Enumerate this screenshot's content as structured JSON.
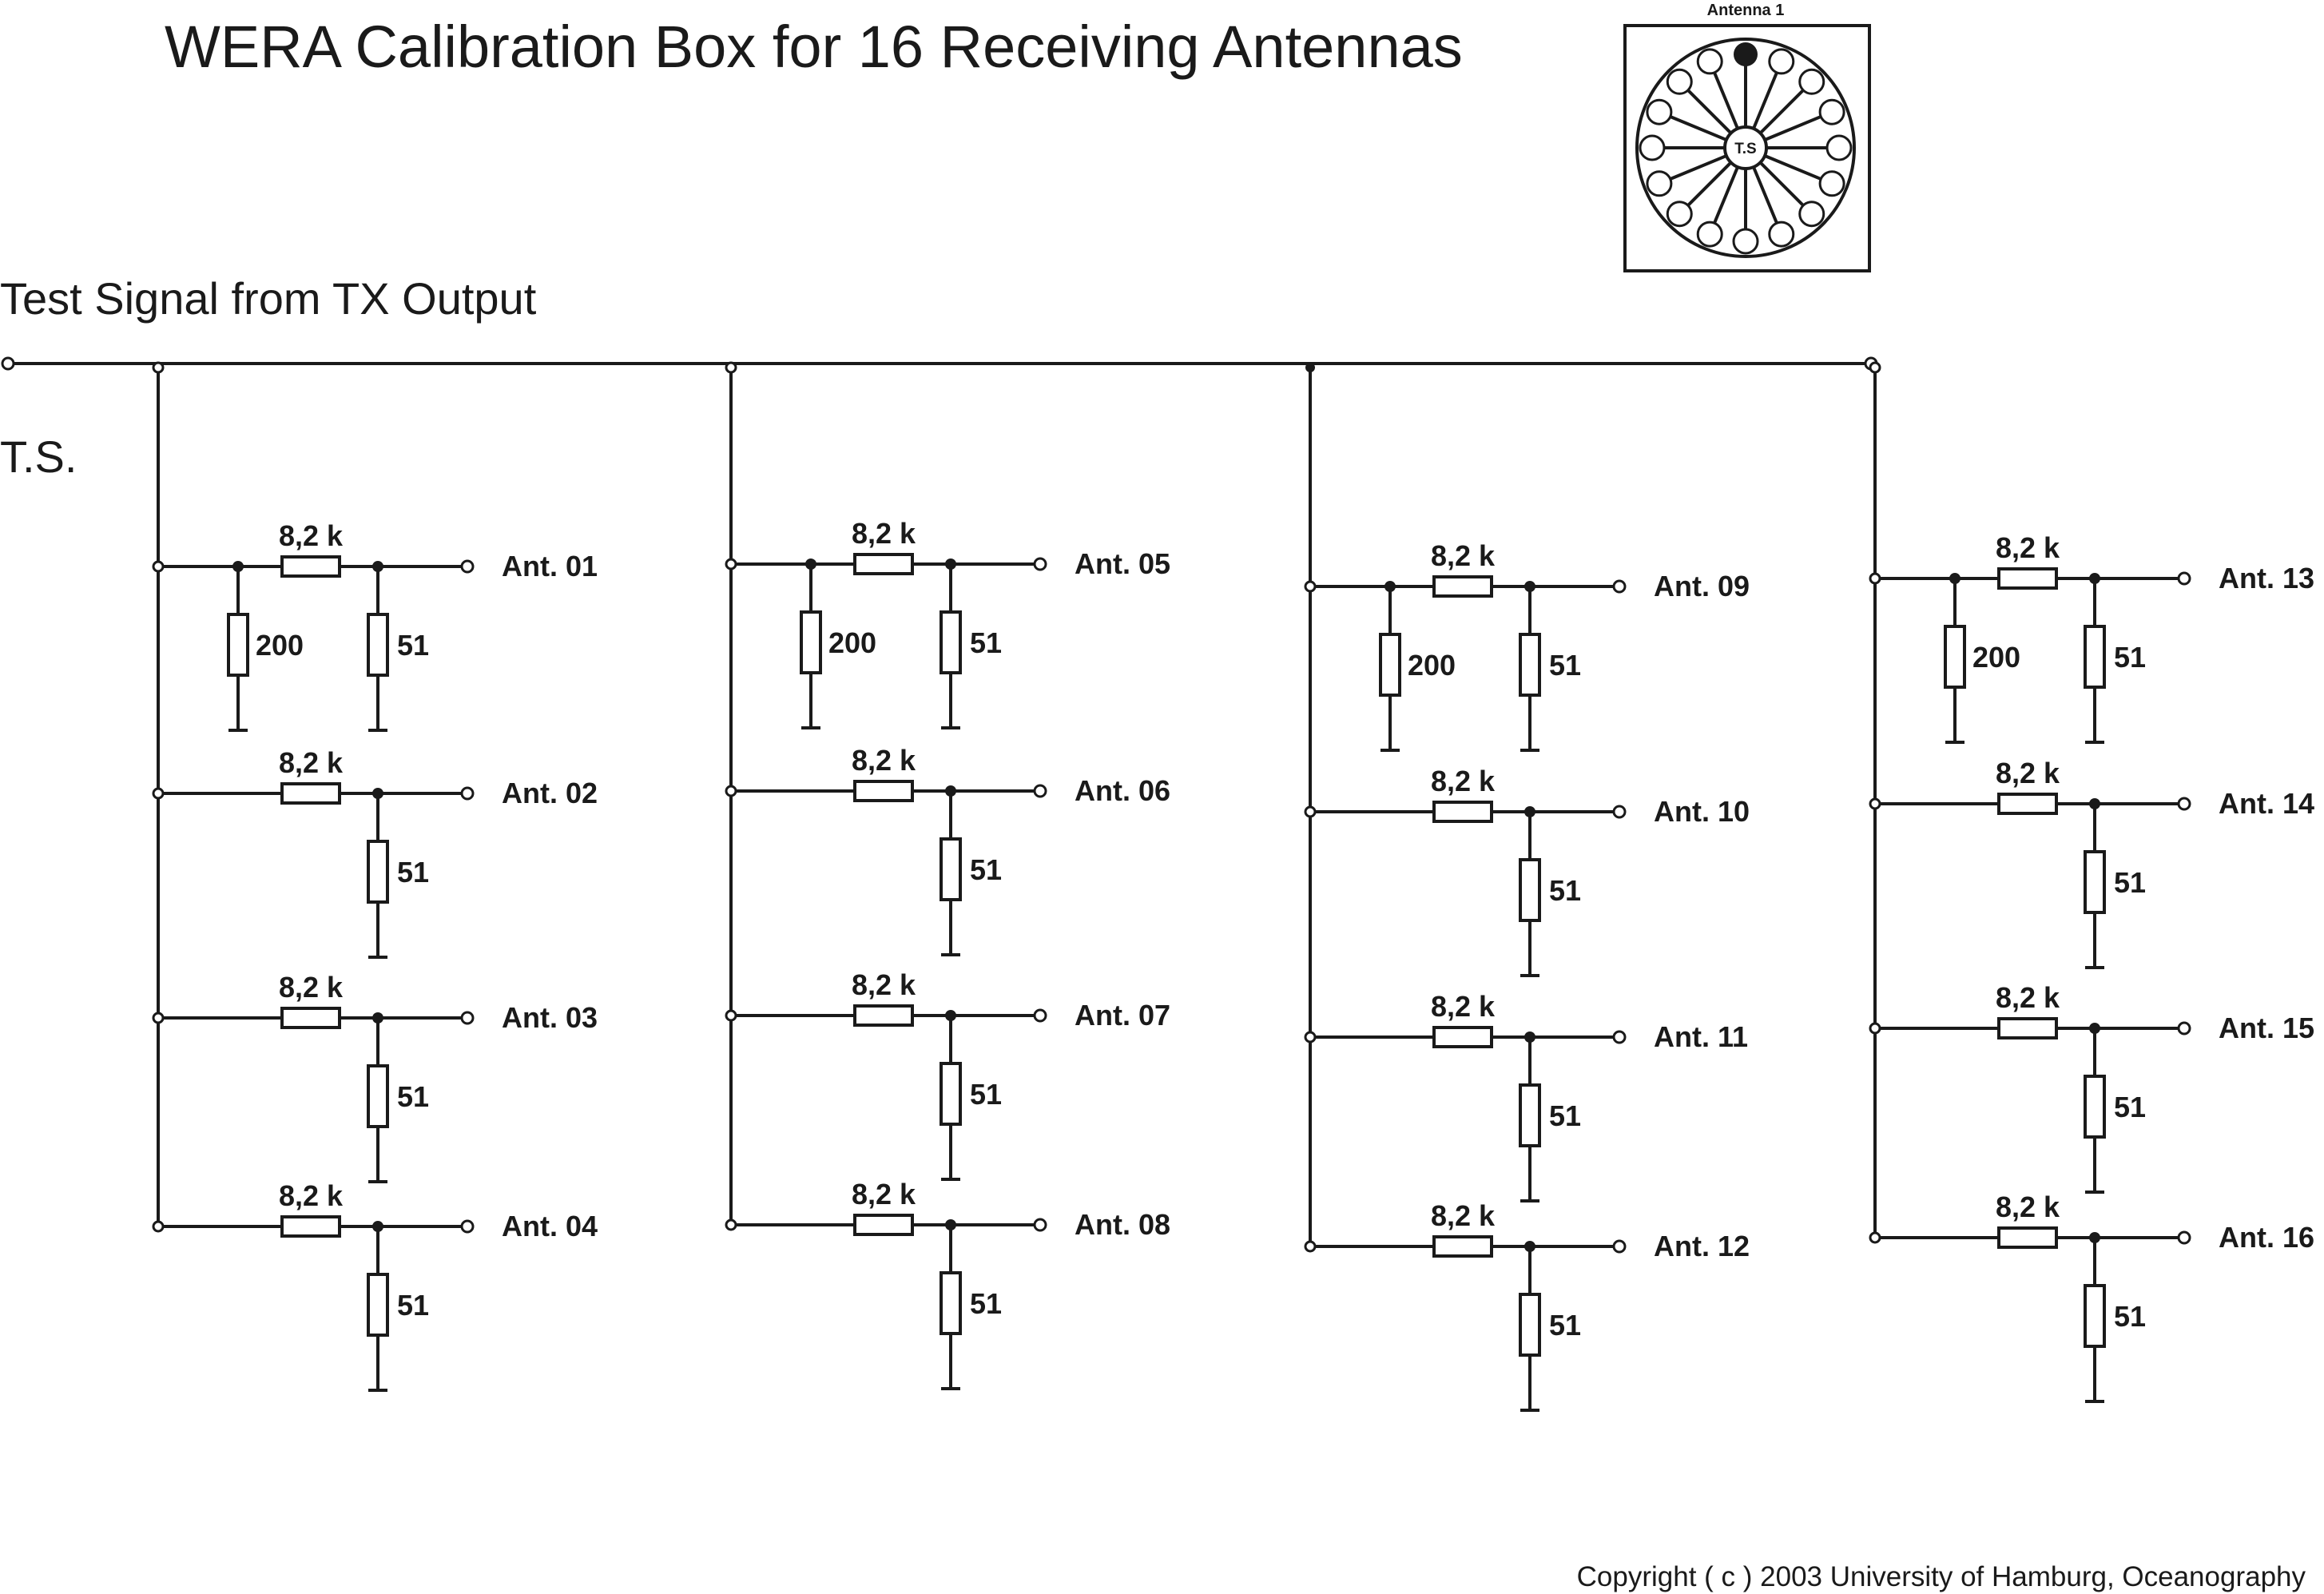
{
  "title": "WERA Calibration Box for 16 Receiving Antennas",
  "test_signal_label": "Test Signal from TX Output",
  "ts_label": "T.S.",
  "copyright": "Copyright ( c ) 2003  University of Hamburg, Oceanography",
  "inset": {
    "antenna_label": "Antenna 1",
    "center_label": "T.S",
    "antenna_count": 16,
    "highlighted_index": 1
  },
  "series_resistor_label": "8,2 k",
  "shunt_resistor_label": "51",
  "extra_shunt_label": "200",
  "branches": [
    {
      "label": "Ant. 01",
      "has_extra_shunt": true
    },
    {
      "label": "Ant. 02",
      "has_extra_shunt": false
    },
    {
      "label": "Ant. 03",
      "has_extra_shunt": false
    },
    {
      "label": "Ant. 04",
      "has_extra_shunt": false
    },
    {
      "label": "Ant. 05",
      "has_extra_shunt": true
    },
    {
      "label": "Ant. 06",
      "has_extra_shunt": false
    },
    {
      "label": "Ant. 07",
      "has_extra_shunt": false
    },
    {
      "label": "Ant. 08",
      "has_extra_shunt": false
    },
    {
      "label": "Ant. 09",
      "has_extra_shunt": true
    },
    {
      "label": "Ant. 10",
      "has_extra_shunt": false
    },
    {
      "label": "Ant. 11",
      "has_extra_shunt": false
    },
    {
      "label": "Ant. 12",
      "has_extra_shunt": false
    },
    {
      "label": "Ant. 13",
      "has_extra_shunt": true
    },
    {
      "label": "Ant. 14",
      "has_extra_shunt": false
    },
    {
      "label": "Ant. 15",
      "has_extra_shunt": false
    },
    {
      "label": "Ant. 16",
      "has_extra_shunt": false
    }
  ]
}
